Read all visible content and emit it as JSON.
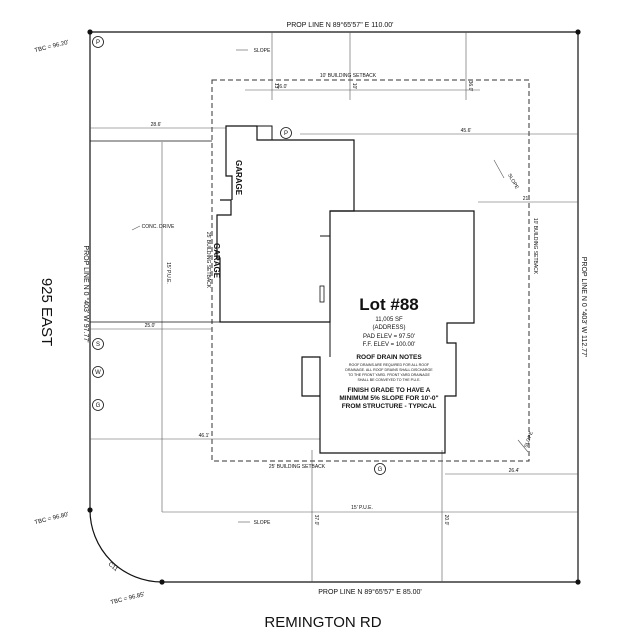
{
  "property_lines": {
    "north": "PROP LINE N 89°65'57\" E 110.00'",
    "south": "PROP LINE N 89°65'57\" E 85.00'",
    "west": "PROP LINE N 0 °403' W 97.77'",
    "east": "PROP LINE N 0 °403' W 112.77'"
  },
  "street_labels": {
    "west": "925 EAST",
    "south": "REMINGTON RD"
  },
  "tbc_labels": {
    "top_left": "TBC = 96.20'",
    "left_mid": "TBC = 96.80'",
    "bottom_left": "TBC = 96.85'"
  },
  "curve_label": "C11",
  "setbacks": {
    "top": "10' BUILDING SETBACK",
    "right": "10' BUILDING SETBACK",
    "left": "25' BUILDING SETBACK",
    "bottom": "25' BUILDING SETBACK"
  },
  "pue_labels": {
    "bottom": "15' P.U.E.",
    "left": "15' P.U.E."
  },
  "slope_labels": {
    "top": "SLOPE",
    "right_top": "SLOPE",
    "right_bottom": "SLOPE",
    "bottom": "SLOPE"
  },
  "drive_label": "CONC. DRIVE",
  "garage_labels": {
    "upper": "GARAGE",
    "lower": "GARAGE"
  },
  "utility_markers": {
    "p_corner": "P",
    "p_house": "P",
    "s": "S",
    "w": "W",
    "g_left": "G",
    "g_bottom": "G"
  },
  "lot": {
    "number": "Lot #88",
    "area": "11,005 SF",
    "address": "(ADDRESS)",
    "pad_elev": "PAD ELEV = 97.50'",
    "ff_elev": "F.F. ELEV = 100.00'"
  },
  "roof_drain": {
    "title": "ROOF DRAIN NOTES",
    "lines": [
      "ROOF DRAINS ARE REQUIRED FOR ALL ROOF",
      "DRAINAGE.  ALL ROOF DRAINS SHALL DISCHARGE",
      "TO THE FRONT YARD.  FRONT YARD DRAINAGE",
      "SHALL BE CONVEYED TO THE P.U.E."
    ]
  },
  "finish_grade": {
    "lines": [
      "FINISH GRADE TO HAVE A",
      "MINIMUM 5% SLOPE FOR 10'-0\"",
      "FROM STRUCTURE - TYPICAL"
    ]
  },
  "dimensions": {
    "top_left": "28.6'",
    "top_mid": "26.0'",
    "top_right": "45.6'",
    "right_upper": "21'",
    "left_mid": "25.0'",
    "left_lower": "46.1'",
    "bottom_right": "26.4'",
    "vert_a": "13'",
    "vert_b": "10'",
    "vert_c": "37.0'",
    "vert_d": "20.0'",
    "vert_e": "36.0'"
  }
}
